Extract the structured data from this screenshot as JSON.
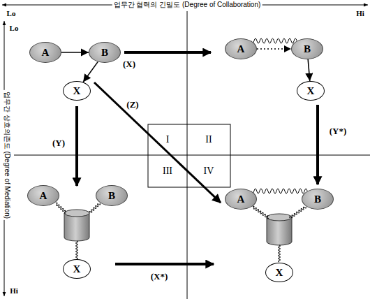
{
  "diagram": {
    "nodes": [
      {
        "text": [
          "A"
        ]
      },
      {
        "text": [
          "B"
        ]
      },
      {
        "text": [
          "X"
        ]
      },
      {
        "text": [
          "A"
        ]
      },
      {
        "text": [
          "B"
        ]
      },
      {
        "text": [
          "X"
        ]
      },
      {
        "text": [
          "A"
        ]
      },
      {
        "text": [
          "B"
        ]
      },
      {
        "text": [
          "X"
        ]
      },
      {
        "text": [
          "A"
        ]
      },
      {
        "text": [
          "B"
        ]
      },
      {
        "text": [
          "X"
        ]
      }
    ],
    "edges": [
      {
        "from": 0,
        "to": 1,
        "arrow": "to"
      },
      {
        "from": 1,
        "to": 2,
        "arrow": "to"
      },
      {
        "from": 3,
        "to": 4,
        "arrow": "to"
      },
      {
        "from": 3,
        "to": 4,
        "arrow": "none"
      },
      {
        "from": 4,
        "to": 5,
        "arrow": "to"
      },
      {
        "from": 9,
        "to": 10,
        "arrow": "none"
      }
    ],
    "labels": [
      "Lo",
      "업무간 협력의 긴밀도 (Degree of Collaboration)",
      "Hi",
      "Lo",
      "업무간 상호의존도 (Degree of Mediation)",
      "Hi",
      "(X)",
      "(Z)",
      "(Y)",
      "(Y*)",
      "I",
      "II",
      "III",
      "IV",
      "(X*)"
    ]
  }
}
